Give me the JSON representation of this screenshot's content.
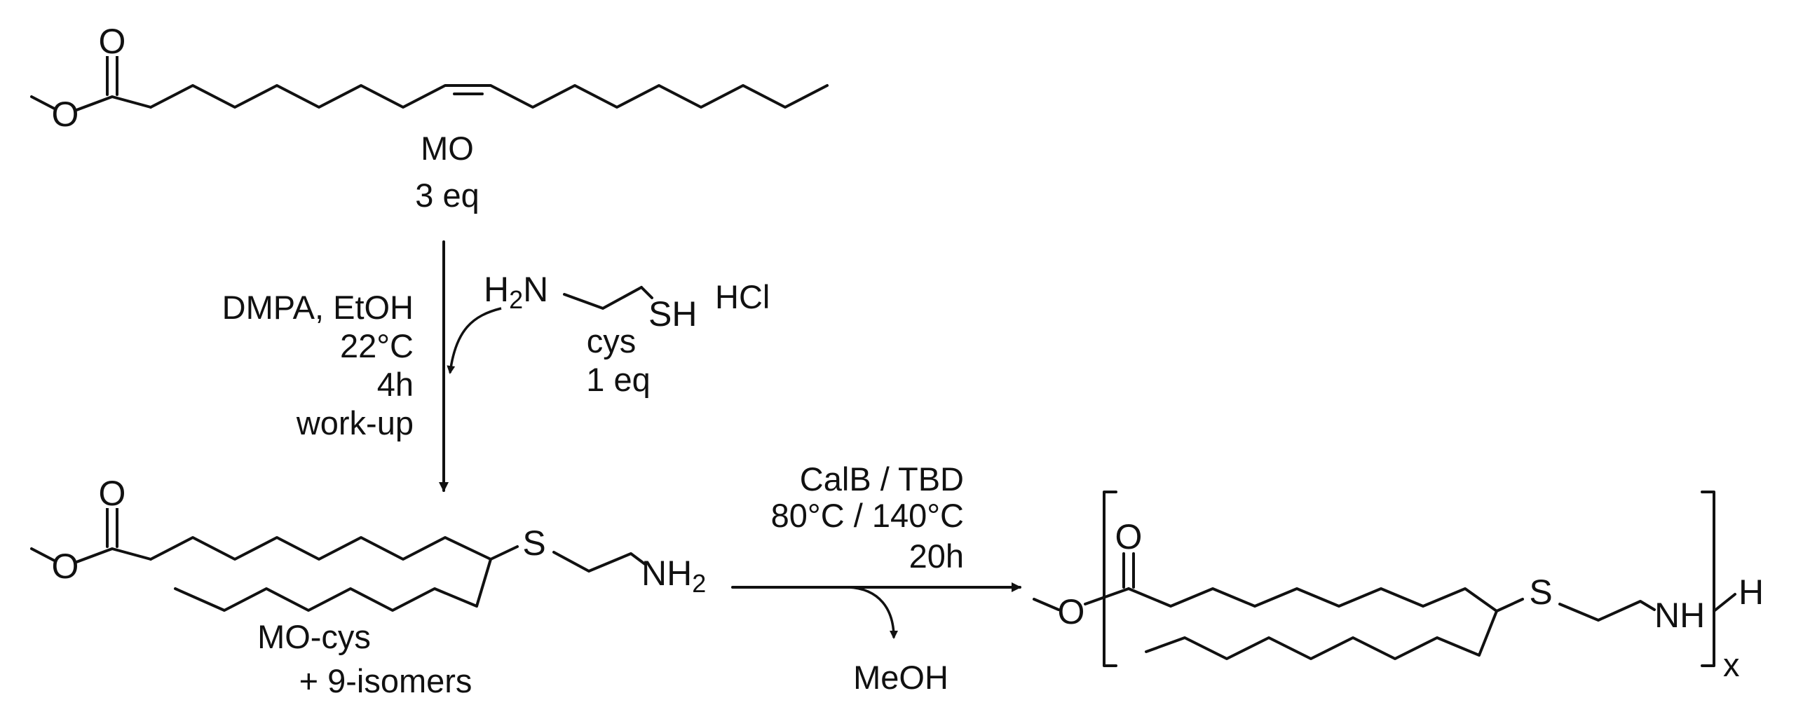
{
  "atoms": {
    "oxygen": "O",
    "sulfur": "S",
    "nitrogen": "N",
    "hydrogen": "H",
    "sh": "SH",
    "nh": "NH",
    "subscript_two": "2"
  },
  "methyl_oleate": {
    "name": "MO",
    "equivalents": "3 eq"
  },
  "step1": {
    "conditions": [
      "DMPA, EtOH",
      "22°C",
      "4h",
      "work-up"
    ]
  },
  "cysteamine": {
    "salt": "HCl",
    "name": "cys",
    "equivalents": "1 eq"
  },
  "intermediate": {
    "name": "MO-cys",
    "note": "+ 9-isomers"
  },
  "step2": {
    "conditions": [
      "CalB / TBD",
      "80°C / 140°C",
      "20h"
    ],
    "byproduct": "MeOH"
  },
  "polymer": {
    "repeat_subscript": "x"
  }
}
